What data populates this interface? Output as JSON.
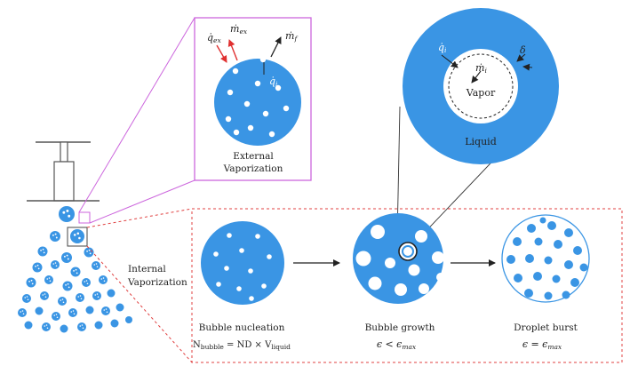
{
  "labels": {
    "external_vaporization_line1": "External",
    "external_vaporization_line2": "Vaporization",
    "internal_vaporization_line1": "Internal",
    "internal_vaporization_line2": "Vaporization",
    "vapor": "Vapor",
    "liquid": "Liquid",
    "stage1_title": "Bubble nucleation",
    "stage2_title": "Bubble growth",
    "stage3_title": "Droplet burst"
  },
  "symbols": {
    "q_ex": "q̇",
    "q_ex_sub": "ex",
    "m_ex": "ṁ",
    "m_ex_sub": "ex",
    "m_f": "ṁ",
    "m_f_sub": "f",
    "q_i_ext": "q̇",
    "q_i_ext_sub": "i",
    "q_i": "q̇",
    "q_i_sub": "i",
    "m_i": "ṁ",
    "m_i_sub": "i",
    "delta": "δ"
  },
  "equations": {
    "nucleation_lhs": "N",
    "nucleation_lhs_sub": "bubble",
    "nucleation_rhs": " = ND × V",
    "nucleation_rhs_sub": "liquid",
    "growth": "ϵ < ϵ",
    "growth_sub": "max",
    "burst": "ϵ = ϵ",
    "burst_sub": "max"
  },
  "colors": {
    "droplet_blue": "#3a95e4",
    "magenta_frame": "#cc66dd",
    "red_dashed": "#e04040",
    "arrow_red": "#e03030",
    "outline_gray": "#555555"
  }
}
